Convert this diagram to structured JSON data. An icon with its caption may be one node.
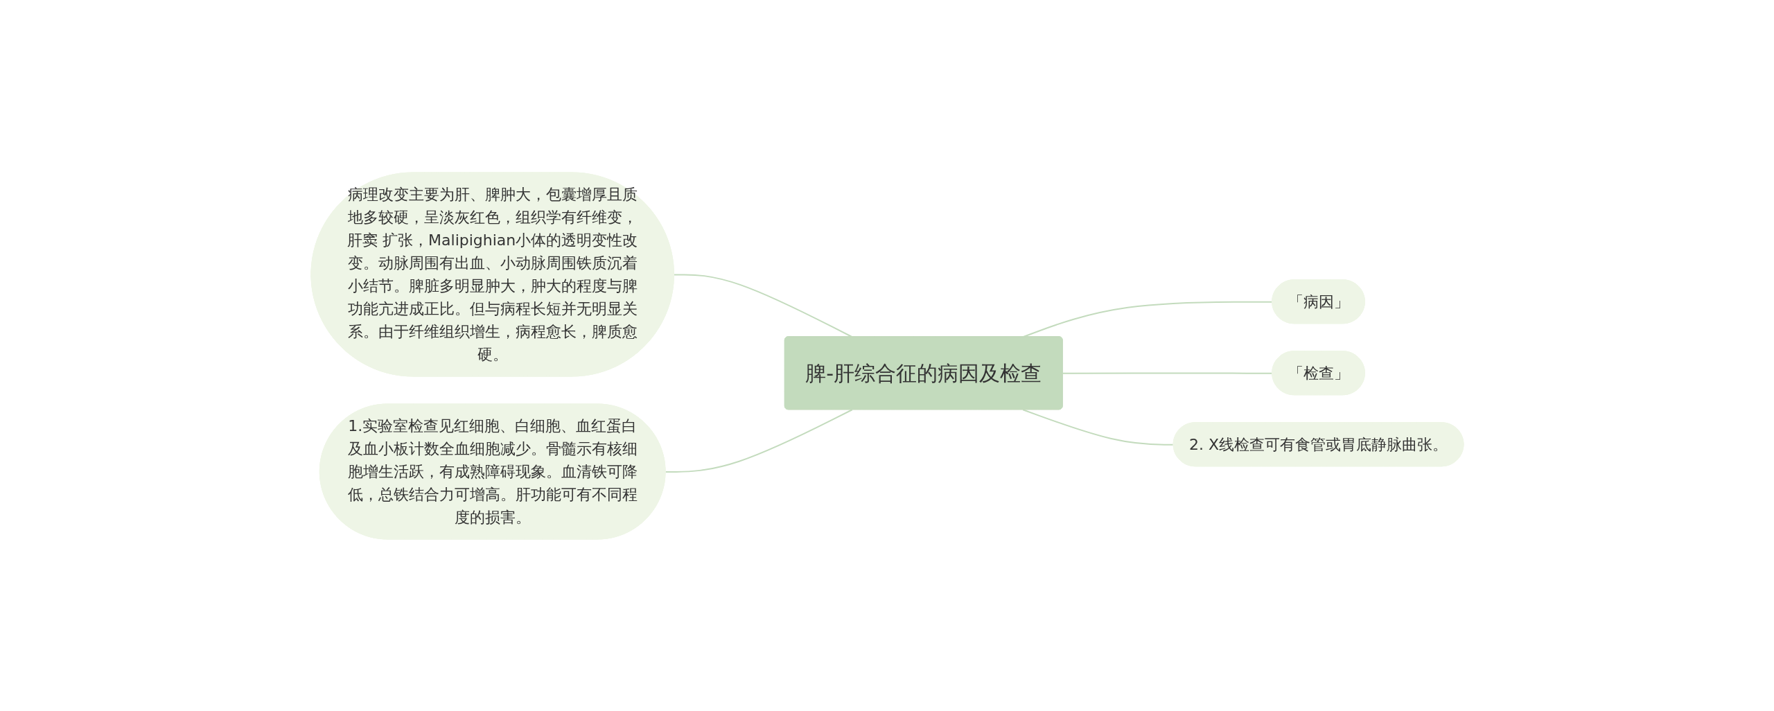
{
  "diagram": {
    "nodes": [
      {
        "text": [
          "病理改变主要为肝、脾肿大，包囊增厚且质地多较硬，呈淡灰红色，组织学有纤维变，肝窦 扩张，Malipighian小体的透明变性改变。动脉周围有出血、小动脉周围铁质沉着小结节。脾脏多明显肿大，肿大的程度与脾功能亢进成正比。但与病程长短并无明显关系。由于纤维组织增生，病程愈长，脾质愈硬。"
        ]
      },
      {
        "text": [
          "1.实验室检查见红细胞、白细胞、血红蛋白及血小板计数全血细胞减少。骨髓示有核细胞增生活跃，有成熟障碍现象。血清铁可降低，总铁结合力可增高。肝功能可有不同程度的损害。"
        ]
      },
      {
        "text": [
          "脾-肝综合征的病因及检查"
        ]
      },
      {
        "text": [
          "「病因」"
        ]
      },
      {
        "text": [
          "「检查」"
        ]
      },
      {
        "text": [
          "2. X线检查可有食管或胃底静脉曲张。"
        ]
      }
    ],
    "edges": [
      {
        "from": 0,
        "to": 2,
        "arrow": "none"
      },
      {
        "from": 1,
        "to": 2,
        "arrow": "none"
      },
      {
        "from": 2,
        "to": 3,
        "arrow": "none"
      },
      {
        "from": 2,
        "to": 4,
        "arrow": "none"
      },
      {
        "from": 2,
        "to": 5,
        "arrow": "none"
      }
    ]
  }
}
